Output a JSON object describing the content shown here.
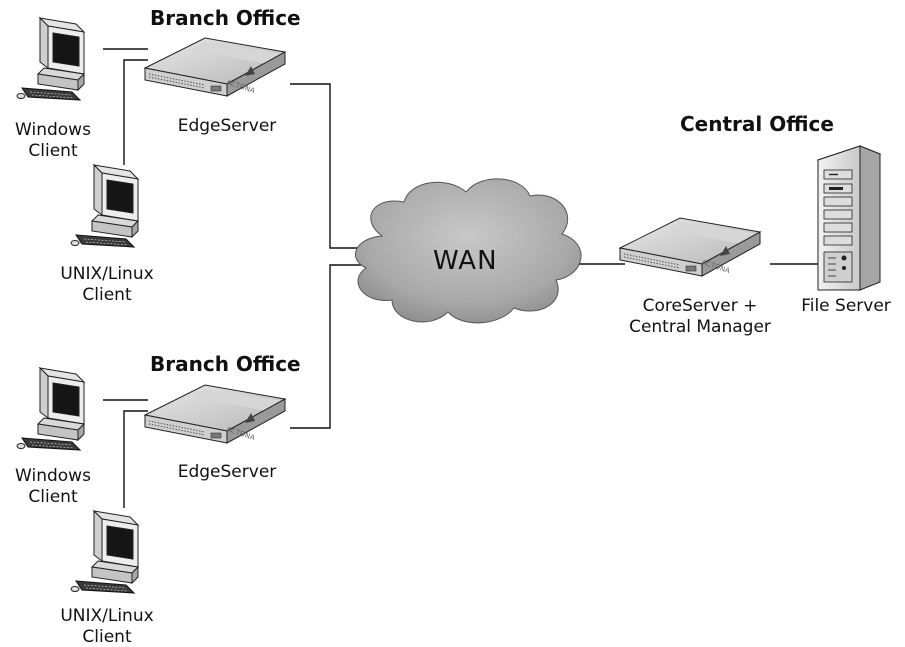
{
  "branch1": {
    "title": "Branch Office",
    "edge_server": "EdgeServer",
    "windows_client": [
      "Windows",
      "Client"
    ],
    "unix_client": [
      "UNIX/Linux",
      "Client"
    ]
  },
  "branch2": {
    "title": "Branch Office",
    "edge_server": "EdgeServer",
    "windows_client": [
      "Windows",
      "Client"
    ],
    "unix_client": [
      "UNIX/Linux",
      "Client"
    ]
  },
  "wan": "WAN",
  "central": {
    "title": "Central Office",
    "core_server": [
      "CoreServer +",
      "Central Manager"
    ],
    "file_server": "File Server"
  },
  "appliance_brand": "ACTONA"
}
